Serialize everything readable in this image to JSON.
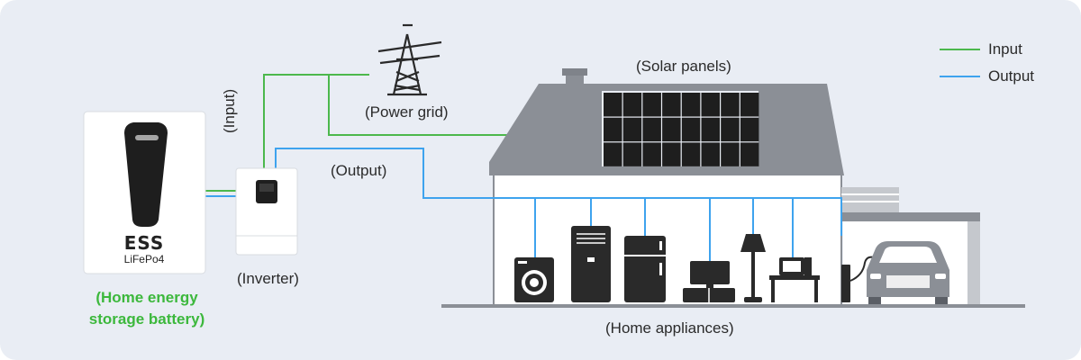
{
  "labels": {
    "solar_panels": "(Solar panels)",
    "power_grid": "(Power grid)",
    "input": "(Input)",
    "output": "(Output)",
    "inverter": "(Inverter)",
    "home_appliances": "(Home appliances)",
    "battery_caption_line1": "(Home energy",
    "battery_caption_line2": "storage battery)"
  },
  "battery": {
    "brand": "ESS",
    "chemistry": "LiFePo4"
  },
  "legend": [
    {
      "label": "Input",
      "color": "#4cb84c"
    },
    {
      "label": "Output",
      "color": "#3ea3ee"
    }
  ],
  "colors": {
    "input_line": "#4cb84c",
    "output_line": "#3ea3ee",
    "caption_green": "#3cb83c",
    "background": "#e9edf4",
    "roof": "#8b8f96",
    "appliance": "#2a2a2a"
  },
  "icons": [
    "power-tower-icon",
    "solar-panel-icon",
    "washing-machine-icon",
    "air-conditioner-icon",
    "refrigerator-icon",
    "tv-icon",
    "floor-lamp-icon",
    "computer-desk-icon",
    "ev-charger-icon",
    "car-icon"
  ]
}
